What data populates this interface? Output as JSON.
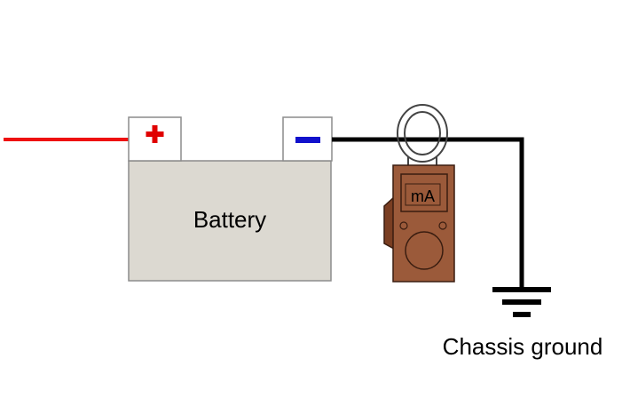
{
  "battery": {
    "label": "Battery",
    "positive_symbol": "+",
    "negative_symbol": "−"
  },
  "meter": {
    "display": "mA"
  },
  "ground": {
    "label": "Chassis ground"
  },
  "colors": {
    "positive_wire": "#ee1111",
    "negative_wire": "#000000",
    "positive_terminal_mark": "#e00000",
    "negative_terminal_mark": "#1111cc",
    "battery_body": "#dcd9d1",
    "meter_body": "#9b5a3a",
    "meter_trim": "#7a3e22"
  }
}
